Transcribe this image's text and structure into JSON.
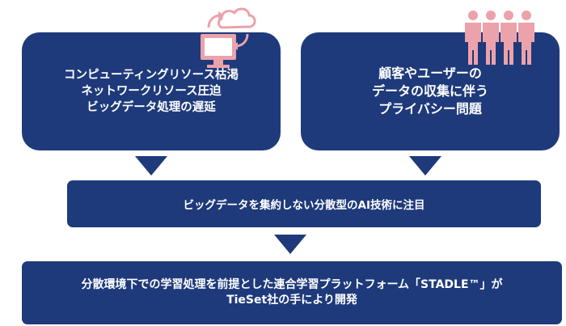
{
  "colors": {
    "box_fill": "#1e3a7b",
    "icon_pink": "#eba2ab",
    "text": "#ffffff"
  },
  "icons": {
    "computer": "computer-cloud-sync-icon",
    "people": "people-group-icon"
  },
  "boxes": {
    "left": {
      "lines": [
        "コンピューティングリソース枯渇",
        "ネットワークリソース圧迫",
        "ビッグデータ処理の遅延"
      ]
    },
    "right": {
      "lines": [
        "顧客やユーザーの",
        "データの収集に伴う",
        "プライバシー問題"
      ]
    },
    "middle": {
      "text": "ビッグデータを集約しない分散型のAI技術に注目"
    },
    "bottom": {
      "lines": [
        "分散環境下での学習処理を前提とした連合学習プラットフォーム「STADLE™」が",
        "TieSet社の手により開発"
      ]
    }
  }
}
